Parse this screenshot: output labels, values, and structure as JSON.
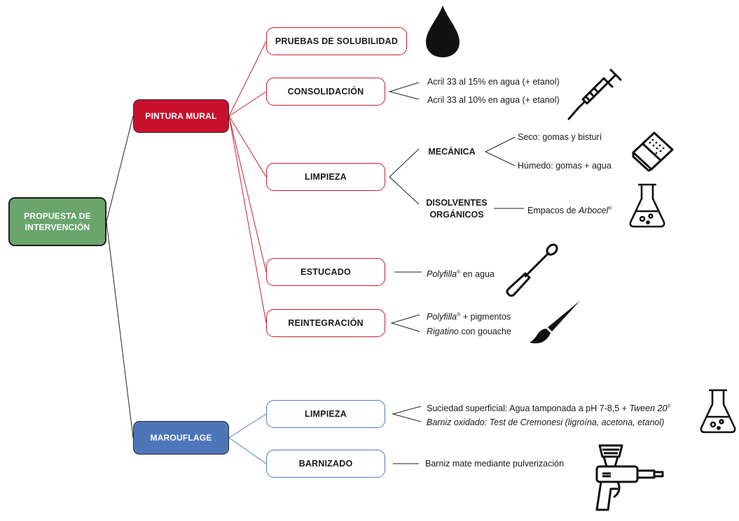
{
  "root": {
    "line1": "PROPUESTA DE",
    "line2": "INTERVENCIÓN"
  },
  "branches": {
    "pintura": {
      "label": "PINTURA MURAL",
      "color": "#c8102e",
      "tasks": [
        {
          "label": "PRUEBAS DE SOLUBILIDAD",
          "icon": "drop-icon"
        },
        {
          "label": "CONSOLIDACIÓN",
          "icon": "syringe-icon",
          "notes": [
            "Acril 33 al 15% en agua (+ etanol)",
            "Acril 33 al 10% en agua (+ etanol)"
          ]
        },
        {
          "label": "LIMPIEZA",
          "icon": "eraser-icon",
          "methods": [
            {
              "label": "MECÁNICA",
              "notes": [
                "Seco: gomas y bisturí",
                "Húmedo: gomas + agua"
              ]
            },
            {
              "label1": "DISOLVENTES",
              "label2": "ORGÁNICOS",
              "note_prefix": "Empacos de ",
              "note_italic": "Arbocel",
              "note_mark": "®",
              "icon": "flask-icon"
            }
          ]
        },
        {
          "label": "ESTUCADO",
          "icon": "spatula-icon",
          "note_italic": "Polyfilla",
          "note_mark": "®",
          "note_rest": " en agua"
        },
        {
          "label": "REINTEGRACIÓN",
          "icon": "brush-icon",
          "note1_italic": "Polyfilla",
          "note1_mark": "®",
          "note1_rest": " + pigmentos",
          "note2_italic": "Rigatino",
          "note2_rest": " con gouache"
        }
      ]
    },
    "marouflage": {
      "label": "MAROUFLAGE",
      "color": "#4d76b8",
      "tasks": [
        {
          "label": "LIMPIEZA",
          "icon": "flask-icon",
          "note1_prefix": "Suciedad superficial: Agua tamponada a pH 7-8,5 + ",
          "note1_italic": "Tween 20",
          "note1_mark": "®",
          "note2_italic": "Barniz oxidado: Test de Cremonesi (ligroína, acetona, etanol)"
        },
        {
          "label": "BARNIZADO",
          "icon": "spray-gun-icon",
          "note": "Barniz mate mediante pulverización"
        }
      ]
    }
  },
  "colors": {
    "root": "#6aa56e",
    "red_line": "#c8202f",
    "blue_line": "#4f7cc0"
  }
}
